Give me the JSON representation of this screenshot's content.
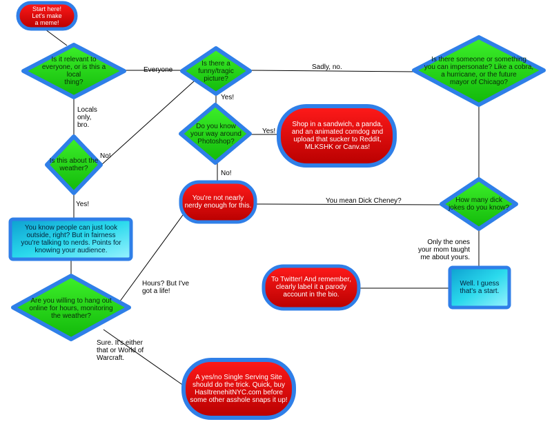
{
  "colors": {
    "decision_fill": "#22d613",
    "terminal_fill": "#e4060b",
    "process_fill": "#21c9dd",
    "outline": "#2f7fe8",
    "edge": "#000000"
  },
  "nodes": {
    "start": "Start here!\nLet's make\na meme!",
    "relevant": "Is it relevant to\neveryone, or is this a local\nthing?",
    "funny_picture": "Is there a\nfunny/tragic\npicture?",
    "impersonate": "Is there someone or something\nyou can impersonate? Like a cobra,\na hurricane, or the future\nmayor of Chicago?",
    "weather": "Is this about the\nweather?",
    "photoshop": "Do you know\nyour way around\nPhotoshop?",
    "shop_in": "Shop in a sandwich, a panda,\nand an animated comdog and\nupload that sucker to Reddit,\nMLKSHK or Canv.as!",
    "not_nerdy": "You're not nearly\nnerdy enough for this.",
    "dick_jokes": "How many dick\njokes do you know?",
    "know_people": "You know people can just look\noutside, right? But in fairness\nyou're talking to nerds. Points for\nknowing your audience.",
    "to_twitter": "To Twitter! And remember,\nclearly label it a parody\naccount in the bio.",
    "guess_start": "Well. I guess\nthat's a start.",
    "hang_out": "Are you willing to hang out\nonline for hours, monitoring\nthe weather?",
    "single_serving": "A yes/no Single Serving Site\nshould do the trick. Quick, buy\nHasItrenehitNYC.com before\nsome other asshole snaps it up!"
  },
  "edge_labels": {
    "everyone": "Everyone",
    "sadly_no": "Sadly, no.",
    "locals_only": "Locals\nonly,\nbro.",
    "yes_picture": "Yes!",
    "yes_photoshop": "Yes!",
    "no_weather": "No!",
    "no_photoshop": "No!",
    "you_mean": "You mean Dick Cheney?",
    "yes_weather": "Yes!",
    "only_ones": "Only the ones\nyour mom taught\nme about yours.",
    "hours": "Hours? But I've\ngot a life!",
    "sure": "Sure. It's either\nthat or World of\nWarcraft."
  }
}
